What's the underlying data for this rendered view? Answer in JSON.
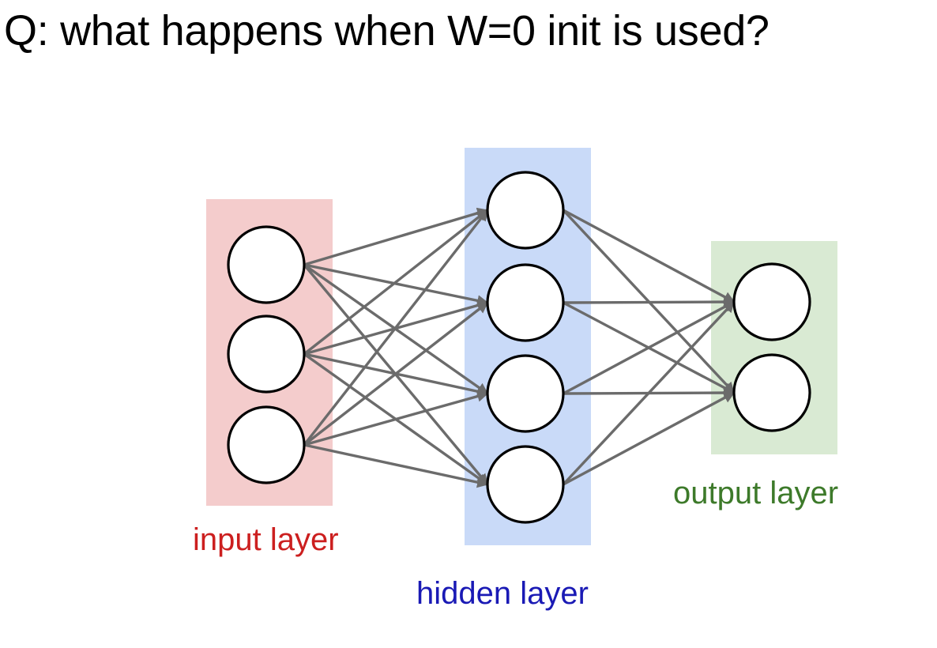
{
  "title": "Q: what happens when W=0 init is used?",
  "network": {
    "layers": [
      {
        "id": "input",
        "label": "input layer",
        "nodes": 3,
        "band_color": "#f4cccc",
        "label_color": "#cc1f1f"
      },
      {
        "id": "hidden",
        "label": "hidden layer",
        "nodes": 4,
        "band_color": "#c9daf8",
        "label_color": "#1a1ab5"
      },
      {
        "id": "output",
        "label": "output layer",
        "nodes": 2,
        "band_color": "#d9ead3",
        "label_color": "#3d7a2a"
      }
    ],
    "connectivity": "fully-connected",
    "edge_color": "#6b6b6b",
    "node_fill": "#ffffff",
    "node_stroke": "#000000"
  }
}
